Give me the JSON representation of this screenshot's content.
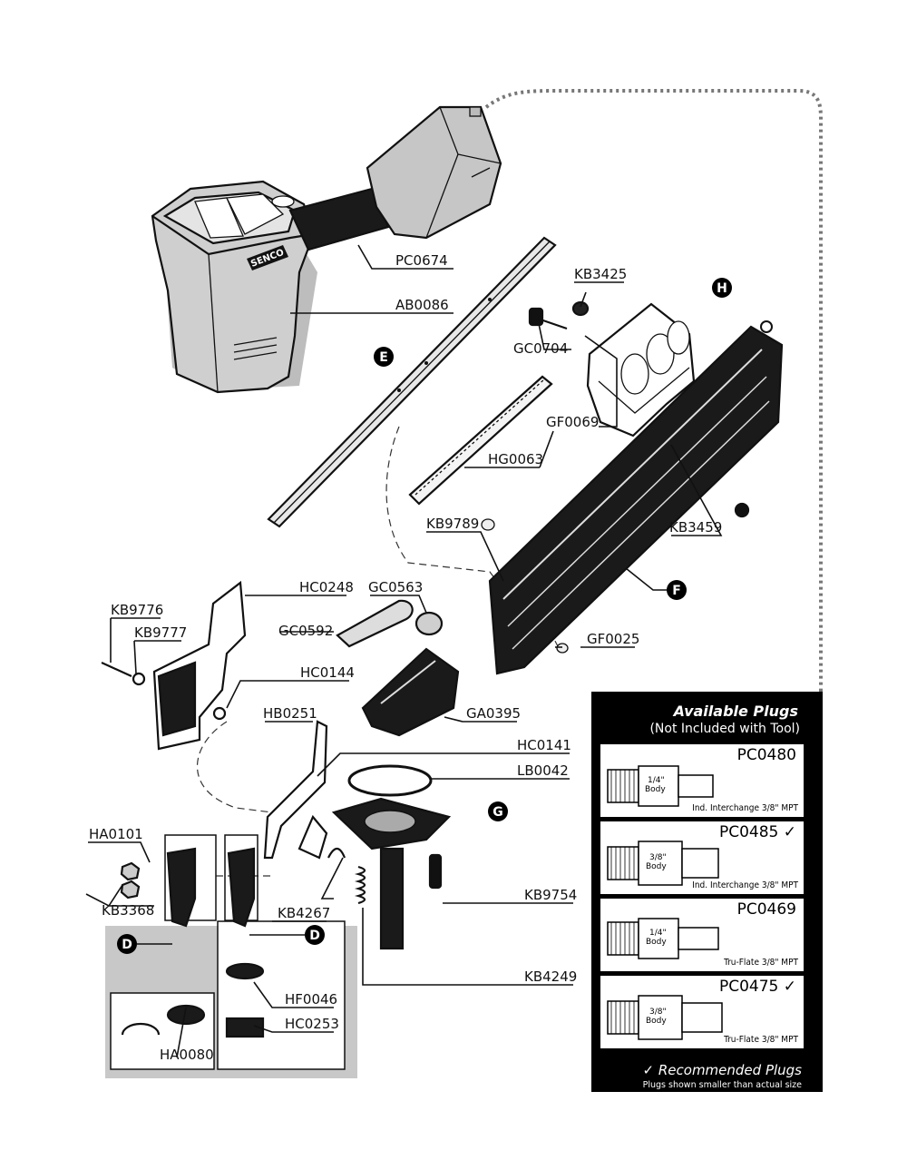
{
  "brand": "SENCO",
  "callouts": {
    "D": "D",
    "E": "E",
    "F": "F",
    "G": "G",
    "H": "H"
  },
  "parts": {
    "PC0674": "PC0674",
    "AB0086": "AB0086",
    "KB3425": "KB3425",
    "GC0704": "GC0704",
    "GF0069": "GF0069",
    "HG0063": "HG0063",
    "KB9789": "KB9789",
    "KB3459": "KB3459",
    "GF0025": "GF0025",
    "HC0248": "HC0248",
    "GC0563": "GC0563",
    "KB9776": "KB9776",
    "GC0592": "GC0592",
    "KB9777": "KB9777",
    "HC0144": "HC0144",
    "GA0395": "GA0395",
    "HB0251": "HB0251",
    "HC0141": "HC0141",
    "LB0042": "LB0042",
    "HA0101": "HA0101",
    "KB3368": "KB3368",
    "KB4267": "KB4267",
    "KB9754": "KB9754",
    "KB4249": "KB4249",
    "HF0046": "HF0046",
    "HC0253": "HC0253",
    "HA0080": "HA0080"
  },
  "plugs_panel": {
    "title": "Available Plugs",
    "subtitle": "(Not Included with Tool)",
    "recommended": "✓ Recommended Plugs",
    "note": "Plugs shown smaller than actual size",
    "items": [
      {
        "id": "PC0480",
        "body": [
          "1/4\"",
          "Body"
        ],
        "desc": "Ind. Interchange 3/8\" MPT"
      },
      {
        "id": "PC0485 ✓",
        "body": [
          "3/8\"",
          "Body"
        ],
        "desc": "Ind. Interchange 3/8\" MPT"
      },
      {
        "id": "PC0469",
        "body": [
          "1/4\"",
          "Body"
        ],
        "desc": "Tru-Flate 3/8\" MPT"
      },
      {
        "id": "PC0475 ✓",
        "body": [
          "3/8\"",
          "Body"
        ],
        "desc": "Tru-Flate 3/8\" MPT"
      }
    ]
  },
  "colors": {
    "panel_bg": "#000000",
    "part_fill": "#c8c8c8",
    "part_dark": "#1a1a1a",
    "shadow": "#cccccc"
  }
}
